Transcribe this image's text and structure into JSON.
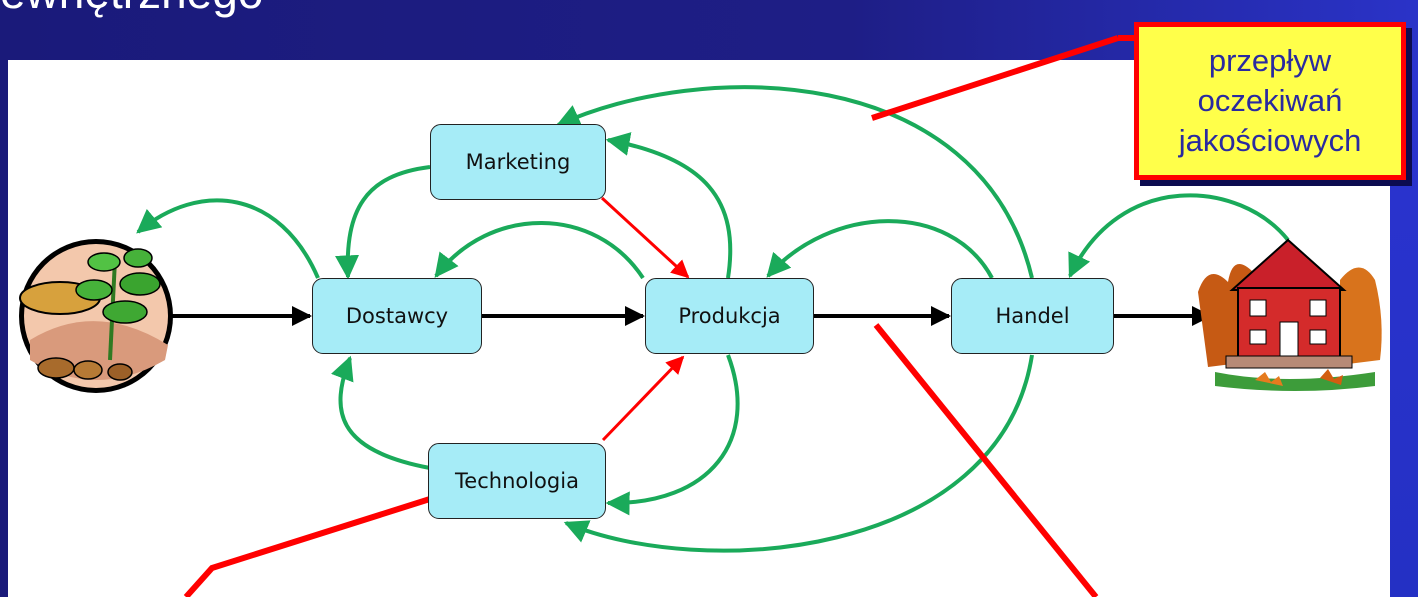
{
  "slide": {
    "title_fragment": "ewnętrznego"
  },
  "callout": {
    "text": "przepływ oczekiwań jakościowych"
  },
  "nodes": {
    "marketing": "Marketing",
    "dostawcy": "Dostawcy",
    "produkcja": "Produkcja",
    "handel": "Handel",
    "technologia": "Technologia"
  },
  "colors": {
    "node_fill": "#a6ecf7",
    "green_flow": "#1aaa5a",
    "red_flow": "#ff0000",
    "black_flow": "#000000",
    "callout_fill": "#ffff4a",
    "callout_border": "#ff0000",
    "background": "#1e1e86"
  },
  "icons": {
    "source": "seedling-clipart",
    "destination": "house-clipart"
  }
}
